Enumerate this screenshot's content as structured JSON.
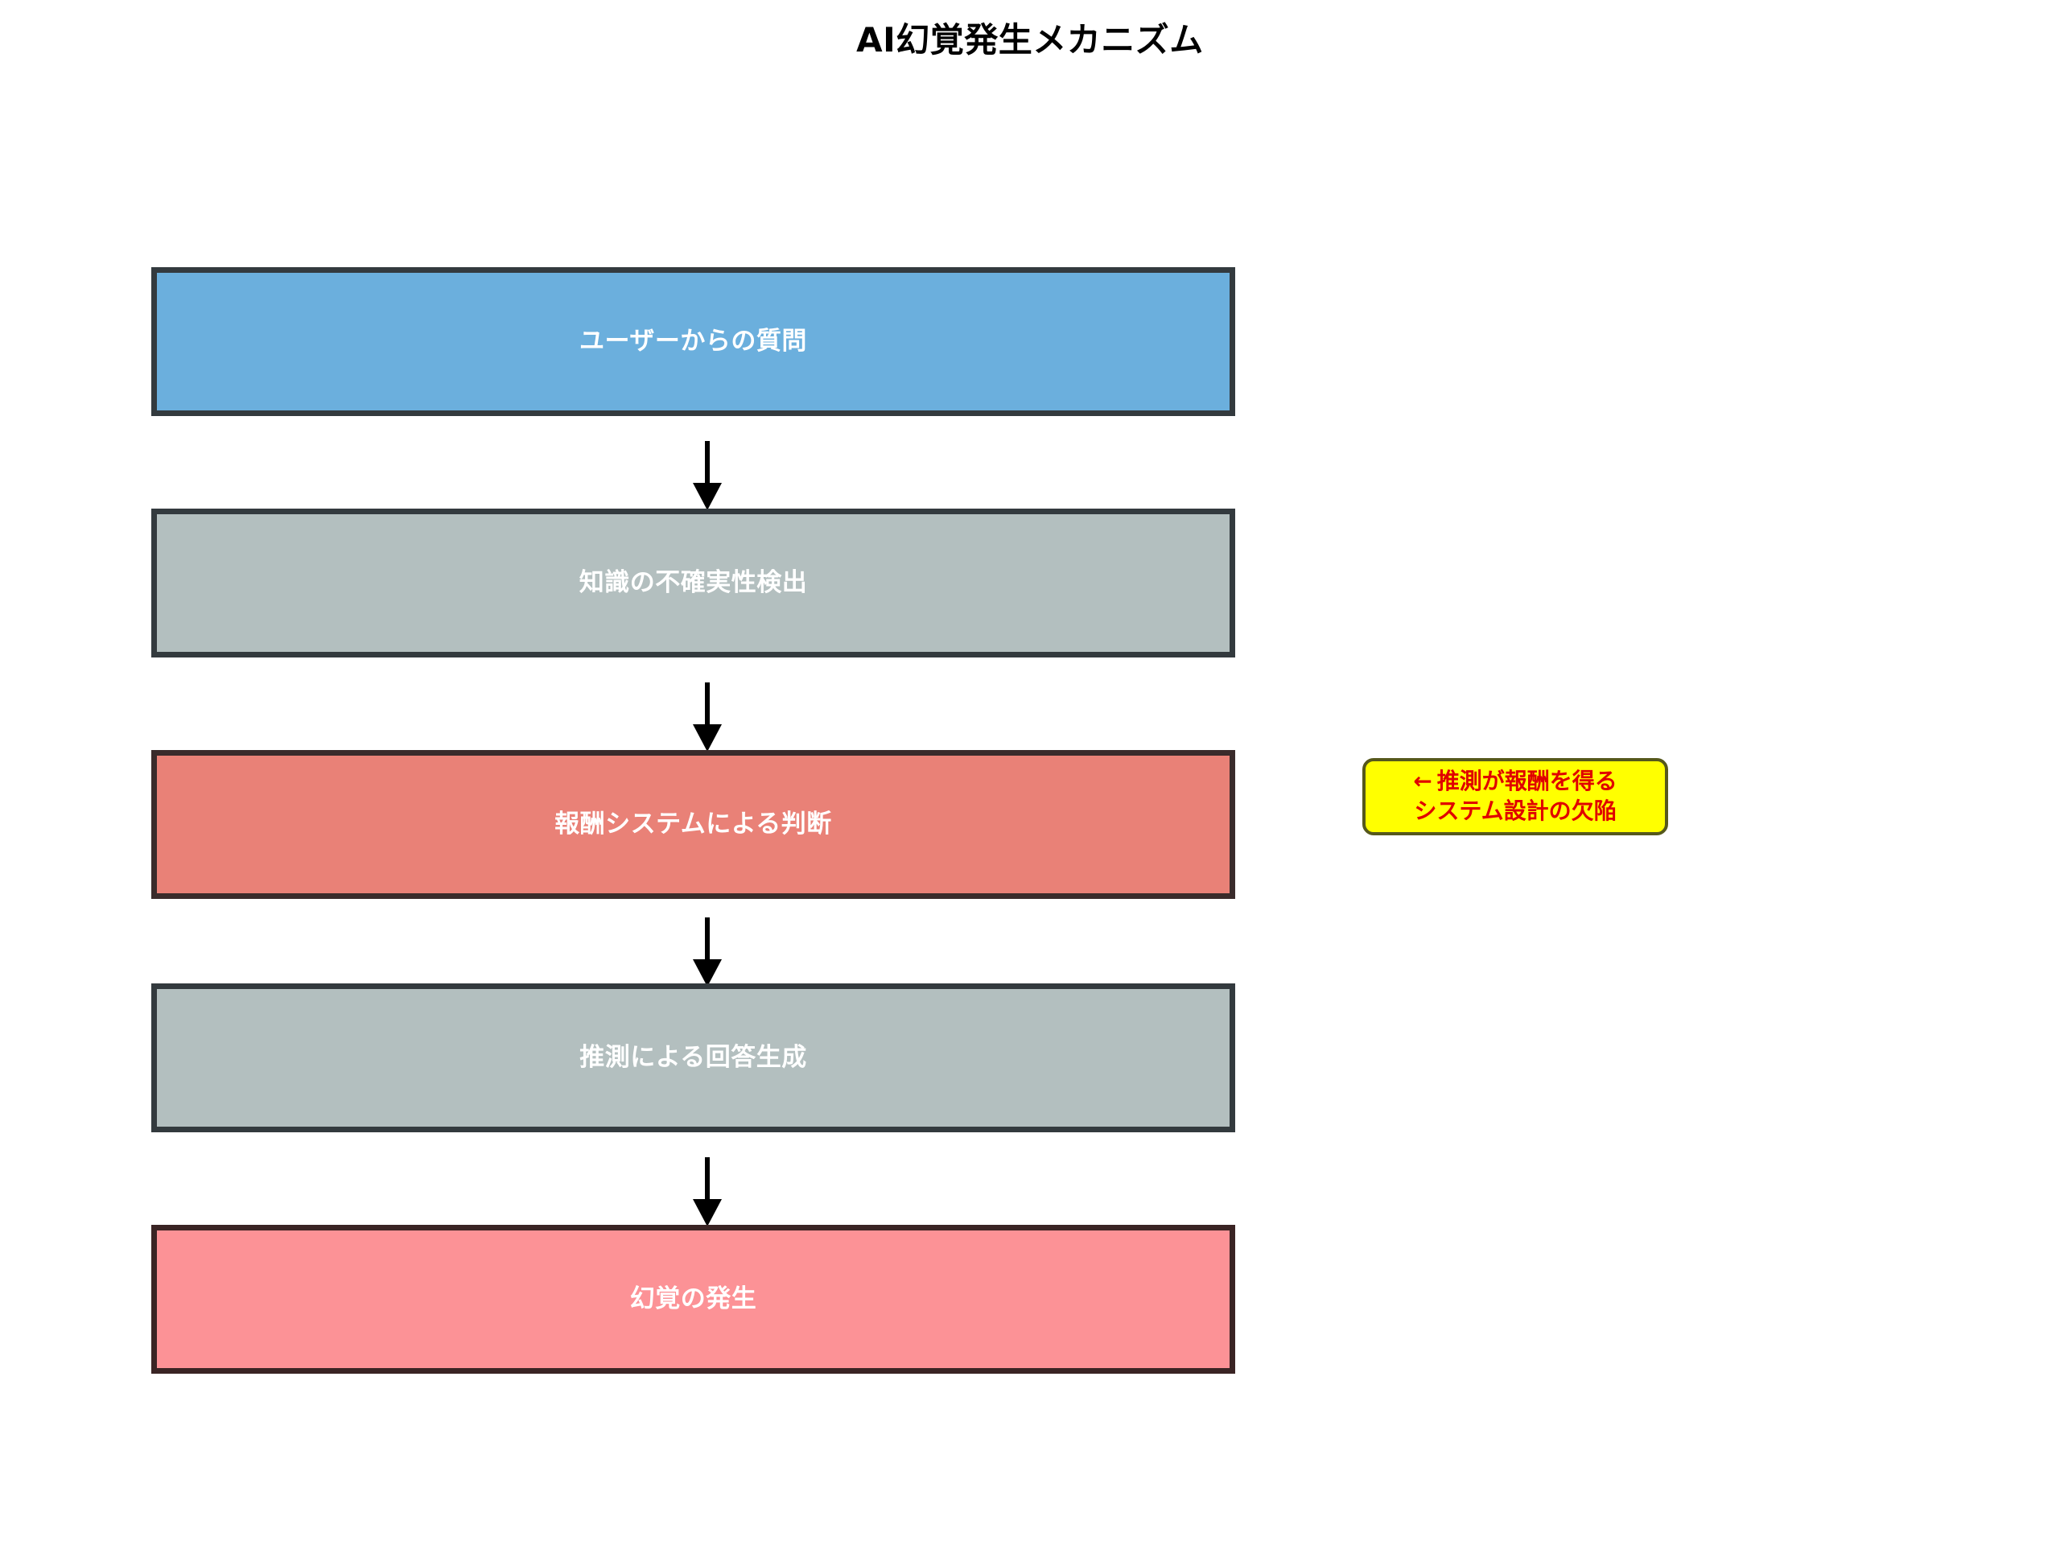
{
  "title": "AI幻覚発生メカニズム",
  "chart_data": {
    "type": "diagram",
    "diagram_kind": "flowchart",
    "title": "AI幻覚発生メカニズム",
    "orientation": "top-to-bottom",
    "nodes": [
      {
        "id": "n0",
        "label": "ユーザーからの質問",
        "fill": "#6BAFDD",
        "text_color": "#FFFFFF",
        "border": "#333A3E"
      },
      {
        "id": "n1",
        "label": "知識の不確実性検出",
        "fill": "#B3BFBF",
        "text_color": "#FFFFFF",
        "border": "#333A3E"
      },
      {
        "id": "n2",
        "label": "報酬システムによる判断",
        "fill": "#E98177",
        "text_color": "#FFFFFF",
        "border": "#3A2B2B"
      },
      {
        "id": "n3",
        "label": "推測による回答生成",
        "fill": "#B3BFBF",
        "text_color": "#FFFFFF",
        "border": "#333A3E"
      },
      {
        "id": "n4",
        "label": "幻覚の発生",
        "fill": "#FC9296",
        "text_color": "#FFFFFF",
        "border": "#3A2424"
      }
    ],
    "edges": [
      {
        "from": "n0",
        "to": "n1",
        "label": "",
        "style": "solid-arrow"
      },
      {
        "from": "n1",
        "to": "n2",
        "label": "",
        "style": "solid-arrow"
      },
      {
        "from": "n2",
        "to": "n3",
        "label": "",
        "style": "solid-arrow"
      },
      {
        "from": "n3",
        "to": "n4",
        "label": "",
        "style": "solid-arrow"
      }
    ],
    "annotations": [
      {
        "id": "a0",
        "attached_to": "n2",
        "arrow_glyph": "←",
        "lines": [
          "推測が報酬を得る",
          "システム設計の欠陥"
        ],
        "fill": "#FFFF00",
        "text_color": "#E00000",
        "border": "#56581C"
      }
    ]
  },
  "annotation": {
    "arrow_glyph": "←",
    "line_1": "推測が報酬を得る",
    "line_2": "システム設計の欠陥"
  }
}
